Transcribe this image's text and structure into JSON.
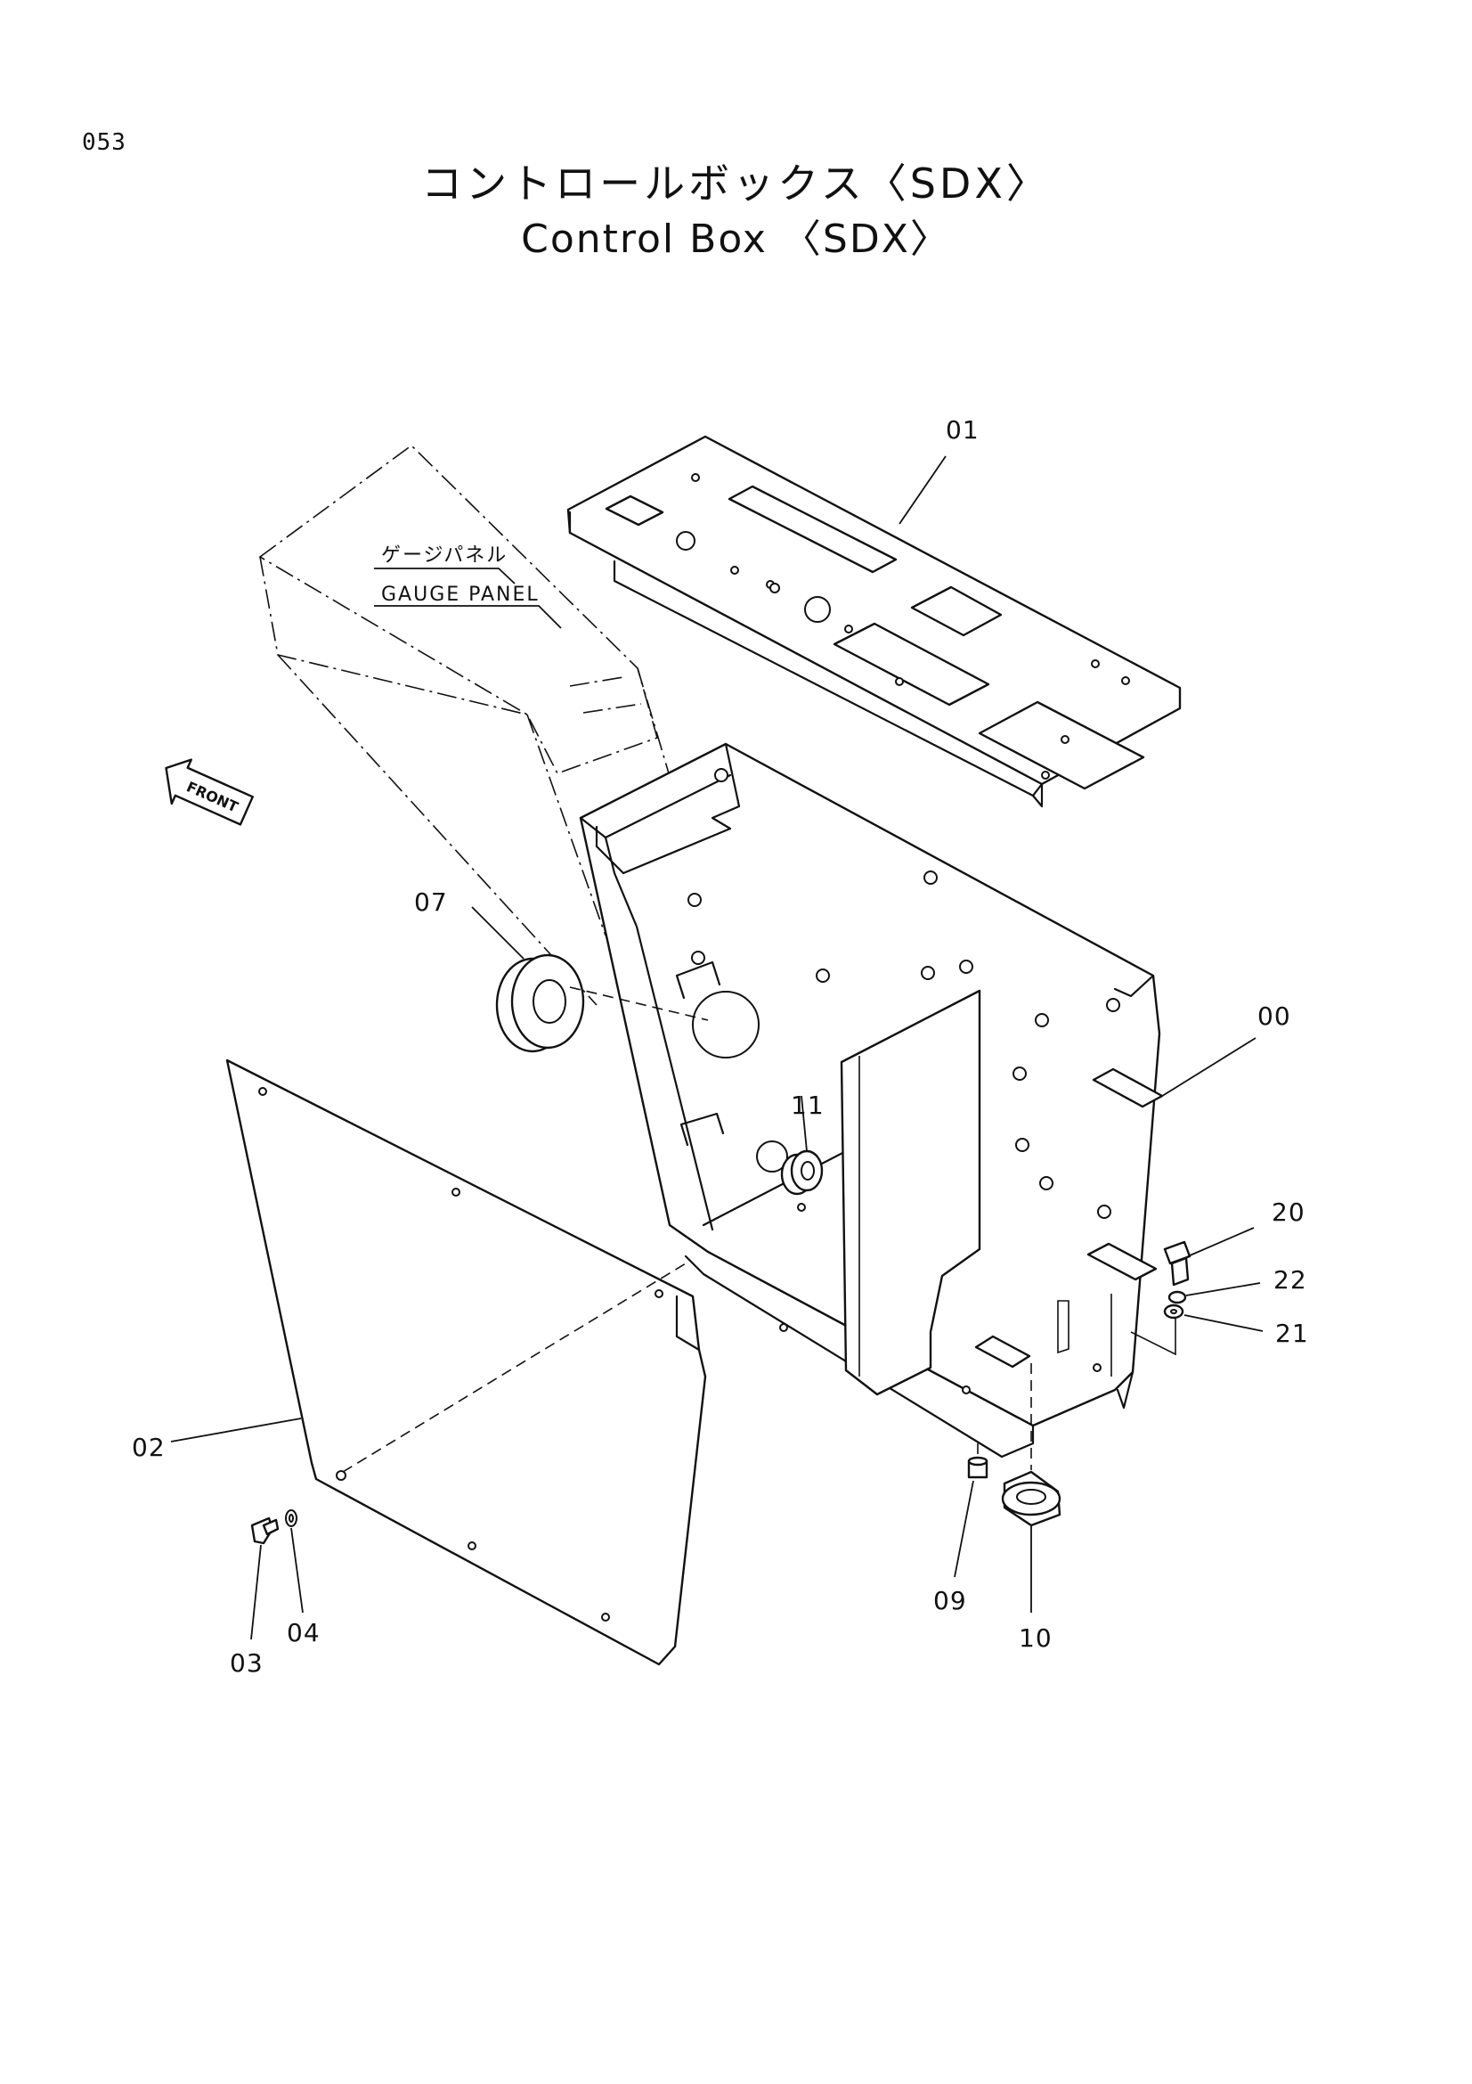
{
  "page_number": "053",
  "title_japanese": "コントロールボックス〈SDX〉",
  "title_english": "Control Box 〈SDX〉",
  "callout_gauge_panel_jp": "ゲージパネル",
  "callout_gauge_panel_en": "GAUGE PANEL",
  "front_marker": "FRONT",
  "part_labels": {
    "p00": "00",
    "p01": "01",
    "p02": "02",
    "p03": "03",
    "p04": "04",
    "p07": "07",
    "p09": "09",
    "p10": "10",
    "p11": "11",
    "p20": "20",
    "p21": "21",
    "p22": "22"
  }
}
